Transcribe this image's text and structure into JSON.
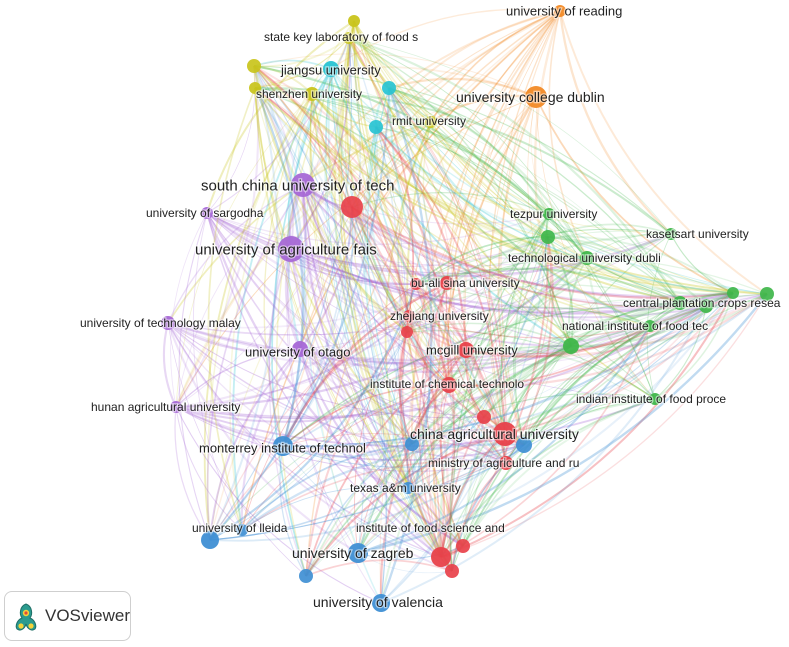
{
  "branding": {
    "logo_text": "VOSviewer"
  },
  "colors": {
    "red": "#e8414a",
    "green": "#3fb64a",
    "blue": "#3f8fd4",
    "yellow": "#c9c41b",
    "purple": "#a668d6",
    "cyan": "#28c3d3",
    "orange": "#f28a26"
  },
  "nodes": [
    {
      "id": "reading",
      "label": "university of reading",
      "cluster": "orange"
    },
    {
      "id": "ucd",
      "label": "university college dublin",
      "cluster": "orange"
    },
    {
      "id": "sklfs",
      "label": "state key laboratory of food s",
      "cluster": "yellow"
    },
    {
      "id": "jiangsu",
      "label": "jiangsu university",
      "cluster": "cyan"
    },
    {
      "id": "shenzhen",
      "label": "shenzhen university",
      "cluster": "yellow"
    },
    {
      "id": "rmit",
      "label": "rmit university",
      "cluster": "yellow"
    },
    {
      "id": "scut",
      "label": "south china university of tech",
      "cluster": "purple"
    },
    {
      "id": "sargodha",
      "label": "university of sargodha",
      "cluster": "purple"
    },
    {
      "id": "uaf",
      "label": "university of agriculture fais",
      "cluster": "purple"
    },
    {
      "id": "utm",
      "label": "university of technology malay",
      "cluster": "purple"
    },
    {
      "id": "otago",
      "label": "university of otago",
      "cluster": "purple"
    },
    {
      "id": "hunan",
      "label": "hunan agricultural university",
      "cluster": "purple"
    },
    {
      "id": "tezpur",
      "label": "tezpur university",
      "cluster": "green"
    },
    {
      "id": "kasetsart",
      "label": "kasetsart university",
      "cluster": "green"
    },
    {
      "id": "tudublin",
      "label": "technological university dubli",
      "cluster": "green"
    },
    {
      "id": "cpcri",
      "label": "central plantation crops resea",
      "cluster": "green"
    },
    {
      "id": "nift",
      "label": "national institute of food tec",
      "cluster": "green"
    },
    {
      "id": "iifpt",
      "label": "indian institute of food proce",
      "cluster": "green"
    },
    {
      "id": "bualisina",
      "label": "bu-ali sina university",
      "cluster": "red"
    },
    {
      "id": "zhejiang",
      "label": "zhejiang university",
      "cluster": "red"
    },
    {
      "id": "mcgill",
      "label": "mcgill university",
      "cluster": "red"
    },
    {
      "id": "ict",
      "label": "institute of chemical technolo",
      "cluster": "red"
    },
    {
      "id": "cau",
      "label": "china agricultural university",
      "cluster": "red"
    },
    {
      "id": "moa",
      "label": "ministry of agriculture and ru",
      "cluster": "red"
    },
    {
      "id": "tamu",
      "label": "texas a&m university",
      "cluster": "blue"
    },
    {
      "id": "monterrey",
      "label": "monterrey institute of technol",
      "cluster": "blue"
    },
    {
      "id": "lleida",
      "label": "university of lleida",
      "cluster": "blue"
    },
    {
      "id": "ifse",
      "label": "institute of food science and",
      "cluster": "red"
    },
    {
      "id": "zagreb",
      "label": "university of zagreb",
      "cluster": "blue"
    },
    {
      "id": "valencia",
      "label": "university of valencia",
      "cluster": "blue"
    }
  ]
}
